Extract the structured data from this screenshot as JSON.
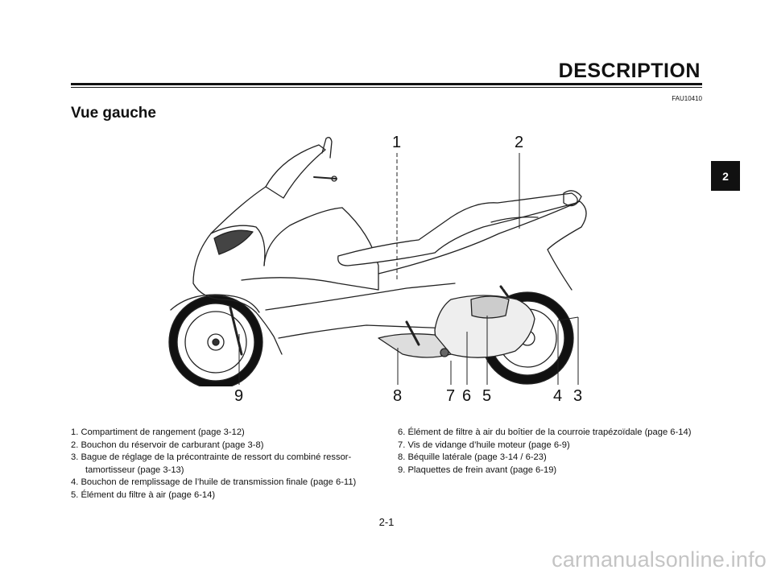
{
  "header": {
    "title": "DESCRIPTION",
    "ref_code": "FAU10410"
  },
  "section": {
    "title": "Vue gauche"
  },
  "chapter_tab": "2",
  "callouts": [
    "1",
    "2",
    "3",
    "4",
    "5",
    "6",
    "7",
    "8",
    "9"
  ],
  "legend": {
    "left": [
      "1. Compartiment de rangement (page 3-12)",
      "2. Bouchon du réservoir de carburant (page 3-8)",
      "3. Bague de réglage de la précontrainte de ressort du combiné ressor-tamortisseur (page 3-13)",
      "4. Bouchon de remplissage de l’huile de transmission finale (page 6-11)",
      "5. Élément du filtre à air (page 6-14)"
    ],
    "right": [
      "6. Élément de filtre à air du boîtier de la courroie trapézoïdale (page 6-14)",
      "7. Vis de vidange d’huile moteur (page 6-9)",
      "8. Béquille latérale (page 3-14 / 6-23)",
      "9. Plaquettes de frein avant (page 6-19)"
    ]
  },
  "page_number": "2-1",
  "watermark": "carmanualsonline.info"
}
